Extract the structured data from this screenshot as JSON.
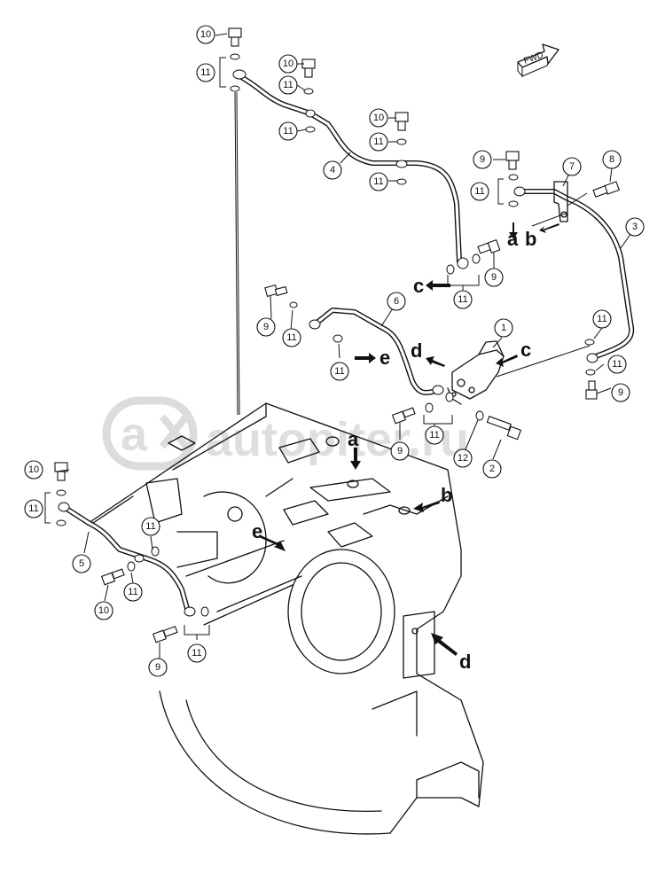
{
  "watermark": "autopiter.ru",
  "watermark_logo": "a",
  "direction_label": "FWD",
  "callouts": [
    {
      "id": "c10a",
      "label": "10"
    },
    {
      "id": "c11a",
      "label": "11"
    },
    {
      "id": "c10b",
      "label": "10"
    },
    {
      "id": "c11b",
      "label": "11"
    },
    {
      "id": "c11c",
      "label": "11"
    },
    {
      "id": "c10c",
      "label": "10"
    },
    {
      "id": "c11d",
      "label": "11"
    },
    {
      "id": "c4",
      "label": "4"
    },
    {
      "id": "c11e",
      "label": "11"
    },
    {
      "id": "c9a",
      "label": "9"
    },
    {
      "id": "c7",
      "label": "7"
    },
    {
      "id": "c8",
      "label": "8"
    },
    {
      "id": "c11f",
      "label": "11"
    },
    {
      "id": "c3",
      "label": "3"
    },
    {
      "id": "c9b",
      "label": "9"
    },
    {
      "id": "c11g",
      "label": "11"
    },
    {
      "id": "c6",
      "label": "6"
    },
    {
      "id": "c9c",
      "label": "9"
    },
    {
      "id": "c11h",
      "label": "11"
    },
    {
      "id": "c11i",
      "label": "11"
    },
    {
      "id": "c1",
      "label": "1"
    },
    {
      "id": "c11j",
      "label": "11"
    },
    {
      "id": "c11k",
      "label": "11"
    },
    {
      "id": "c9d",
      "label": "9"
    },
    {
      "id": "c9e",
      "label": "9"
    },
    {
      "id": "c11l",
      "label": "11"
    },
    {
      "id": "c12",
      "label": "12"
    },
    {
      "id": "c2",
      "label": "2"
    },
    {
      "id": "c10d",
      "label": "10"
    },
    {
      "id": "c11m",
      "label": "11"
    },
    {
      "id": "c5",
      "label": "5"
    },
    {
      "id": "c11n",
      "label": "11"
    },
    {
      "id": "c10e",
      "label": "10"
    },
    {
      "id": "c11o",
      "label": "11"
    },
    {
      "id": "c9f",
      "label": "9"
    },
    {
      "id": "c11p",
      "label": "11"
    }
  ],
  "letters": [
    {
      "id": "la1",
      "label": "a"
    },
    {
      "id": "lb1",
      "label": "b"
    },
    {
      "id": "lc1",
      "label": "c"
    },
    {
      "id": "ld1",
      "label": "d"
    },
    {
      "id": "lc2",
      "label": "c"
    },
    {
      "id": "le1",
      "label": "e"
    },
    {
      "id": "la2",
      "label": "a"
    },
    {
      "id": "lb2",
      "label": "b"
    },
    {
      "id": "le2",
      "label": "e"
    },
    {
      "id": "ld2",
      "label": "d"
    }
  ]
}
